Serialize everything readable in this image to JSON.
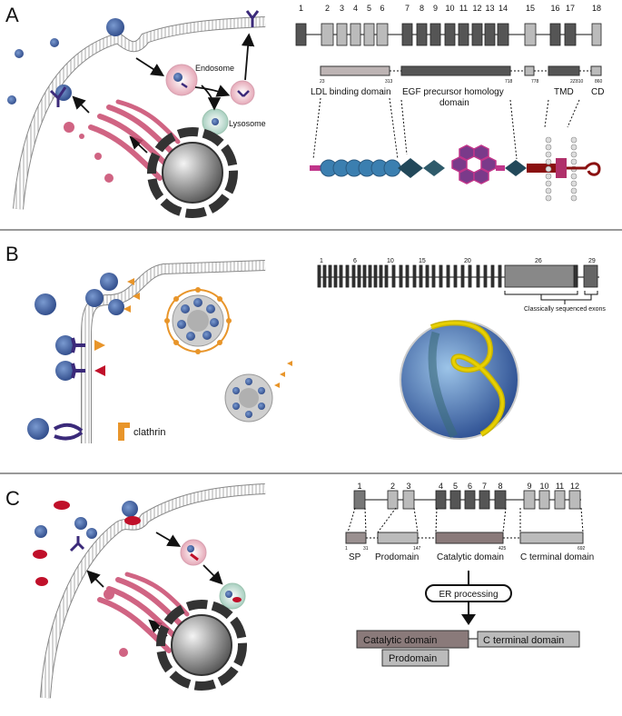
{
  "panels": {
    "a": {
      "label": "A",
      "cell_labels": {
        "endosome": "Endosome",
        "lysosome": "Lysosome"
      },
      "exons": [
        "1",
        "2",
        "3",
        "4",
        "5",
        "6",
        "7",
        "8",
        "9",
        "10",
        "11",
        "12",
        "13",
        "14",
        "15",
        "16",
        "17",
        "18"
      ],
      "domain_numbers": [
        "23",
        "313",
        "718",
        "778",
        "2Z",
        "810",
        "860"
      ],
      "domains": {
        "ldl": "LDL binding domain",
        "egf_line1": "EGF precursor homology",
        "egf_line2": "domain",
        "tmd": "TMD",
        "cd": "CD"
      }
    },
    "b": {
      "label": "B",
      "exon_numbers": [
        "1",
        "6",
        "10",
        "15",
        "20",
        "26",
        "29"
      ],
      "classical_note": "Classically sequenced exons",
      "clathrin": "clathrin"
    },
    "c": {
      "label": "C",
      "exons": [
        "1",
        "2",
        "3",
        "4",
        "5",
        "6",
        "7",
        "8",
        "9",
        "10",
        "11",
        "12"
      ],
      "domain_numbers": [
        "1",
        "31",
        "147",
        "425",
        "692"
      ],
      "domains": {
        "sp": "SP",
        "prodomain": "Prodomain",
        "catalytic": "Catalytic domain",
        "cterm": "C terminal domain"
      },
      "processing": "ER processing",
      "products": {
        "catalytic": "Catalytic domain",
        "cterm": "C terminal domain",
        "prodomain": "Prodomain"
      }
    }
  },
  "colors": {
    "receptor": "#3b2a7a",
    "particle": "#5a78b8",
    "golgi": "#c84a6e",
    "nucleus_dark": "#333333",
    "exon_dark": "#555555",
    "exon_light": "#bbbbbb",
    "ldl_bead": "#3b7fb0",
    "egf_hex": "#7a3a8a",
    "tail_red": "#8a1010",
    "catalytic_box": "#8a7a7a",
    "clathrin": "#e8952a",
    "pcsk9_red": "#c0102a"
  }
}
